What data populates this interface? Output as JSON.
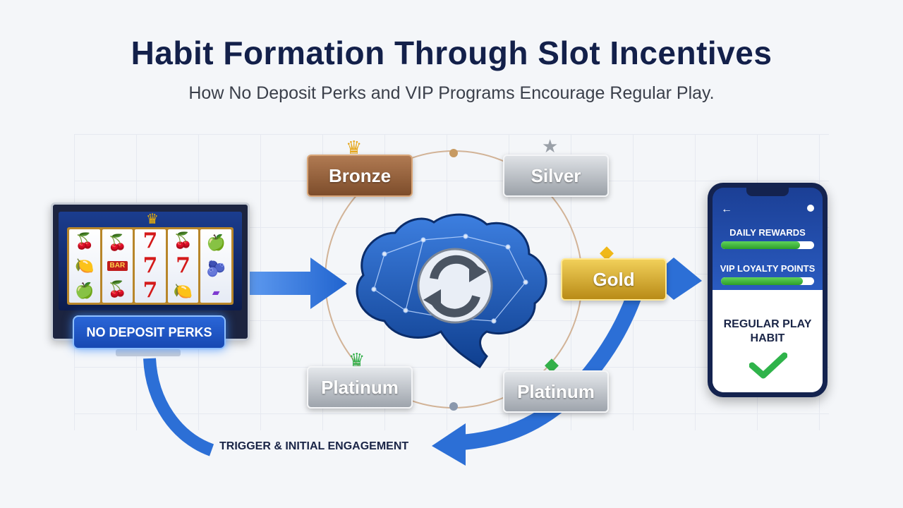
{
  "header": {
    "title": "Habit Formation Through Slot Incentives",
    "subtitle": "How No Deposit Perks and VIP Programs Encourage Regular Play."
  },
  "slot_machine": {
    "perks_label": "NO DEPOSIT PERKS",
    "reels": [
      [
        "🍒",
        "🍋",
        "🍏"
      ],
      [
        "🍒",
        "BAR",
        "🍒"
      ],
      [
        "7",
        "7",
        "7"
      ],
      [
        "🍒",
        "7",
        "🍋"
      ],
      [
        "🍏",
        "🫐",
        "▰"
      ]
    ]
  },
  "tiers": {
    "bronze": "Bronze",
    "silver": "Silver",
    "gold": "Gold",
    "platinum_left": "Platinum",
    "platinum_right": "Platinum"
  },
  "phone": {
    "daily_rewards_label": "DAILY REWARDS",
    "daily_rewards_progress": 0.85,
    "vip_points_label": "VIP LOYALTY POINTS",
    "vip_points_progress": 0.88,
    "habit_line1": "REGULAR PLAY",
    "habit_line2": "HABIT"
  },
  "loop_label": "TRIGGER & INITIAL ENGAGEMENT",
  "colors": {
    "arrow": "#2c6fd6",
    "title": "#13204a",
    "bronze": "#8c5a35",
    "gold": "#d9a828",
    "check": "#2fb34a"
  },
  "icons": {
    "bronze": "crown-icon",
    "silver": "star-icon",
    "gold": "diamond-icon",
    "platinum": "gem-crown-icon",
    "center": "brain-icon",
    "loop": "refresh-icon"
  }
}
